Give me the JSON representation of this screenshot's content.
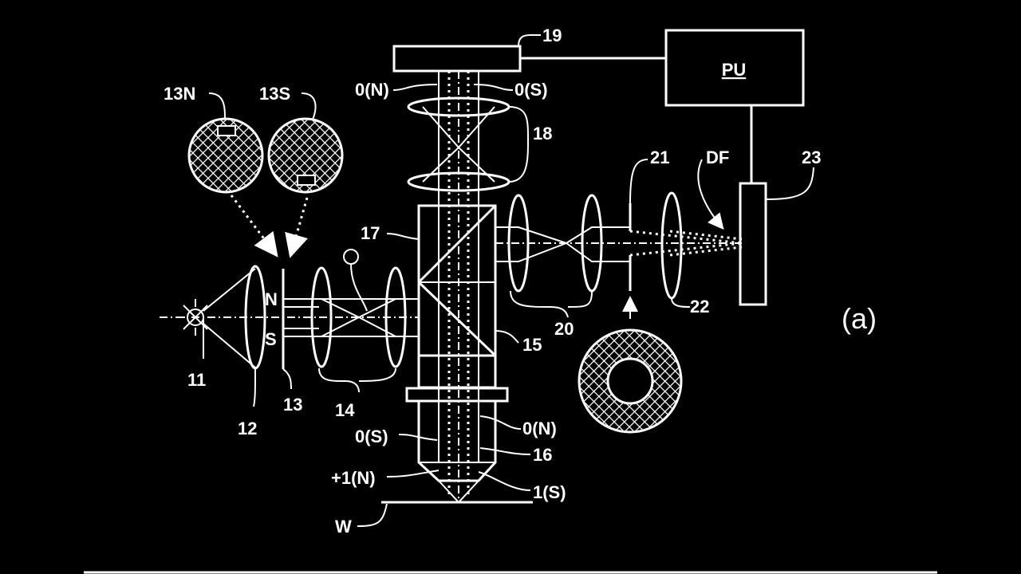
{
  "labels": {
    "pu": "PU",
    "n19": "19",
    "n0N_top": "0(N)",
    "n0S_top": "0(S)",
    "n18": "18",
    "n13N": "13N",
    "n13S": "13S",
    "n21": "21",
    "DF": "DF",
    "n23": "23",
    "n17": "17",
    "O": "O",
    "N": "N",
    "S": "S",
    "n15": "15",
    "n20": "20",
    "n22": "22",
    "a": "(a)",
    "n11": "11",
    "n12": "12",
    "n13": "13",
    "n14": "14",
    "n0S_bot": "0(S)",
    "n0N_bot": "0(N)",
    "n16": "16",
    "p1N": "+1(N)",
    "m1S": "1(S)",
    "W": "W"
  },
  "colors": {
    "background": "#000000",
    "ink": "#ffffff"
  }
}
